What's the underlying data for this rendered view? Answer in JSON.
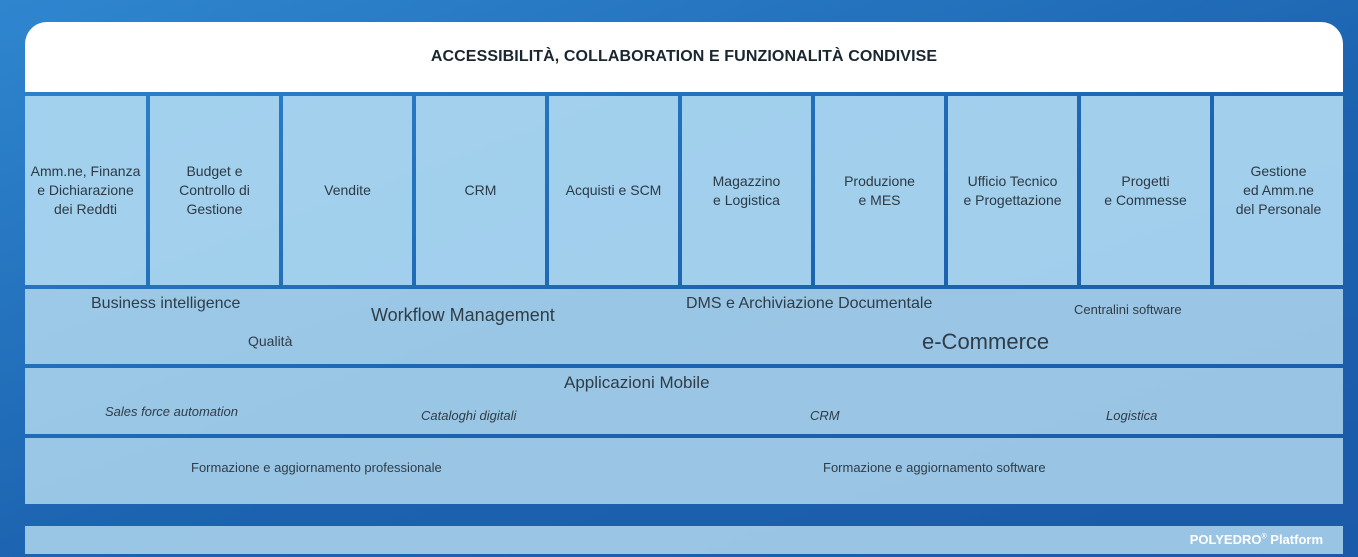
{
  "header": {
    "title": "ACCESSIBILITÀ, COLLABORATION E FUNZIONALITÀ CONDIVISE"
  },
  "modules": [
    "Amm.ne, Finanza\ne Dichiarazione\ndei Reddti",
    "Budget e\nControllo di\nGestione",
    "Vendite",
    "CRM",
    "Acquisti e SCM",
    "Magazzino\ne Logistica",
    "Produzione\ne MES",
    "Ufficio Tecnico\ne Progettazione",
    "Progetti\ne Commesse",
    "Gestione\ned Amm.ne\ndel Personale"
  ],
  "services": {
    "business_intelligence": "Business intelligence",
    "workflow": "Workflow Management",
    "dms": "DMS e Archiviazione Documentale",
    "centralini": "Centralini software",
    "qualita": "Qualità",
    "ecommerce": "e-Commerce"
  },
  "mobile": {
    "title": "Applicazioni Mobile",
    "items": [
      "Sales force automation",
      "Cataloghi digitali",
      "CRM",
      "Logistica"
    ]
  },
  "training": {
    "professional": "Formazione e aggiornamento professionale",
    "software": "Formazione e aggiornamento software"
  },
  "brand": {
    "name": "POLYEDRO",
    "mark": "®",
    "suffix": " Platform"
  },
  "colors": {
    "background": "#1c63b0",
    "module": "#add8f1",
    "band": "#bee1f4"
  }
}
